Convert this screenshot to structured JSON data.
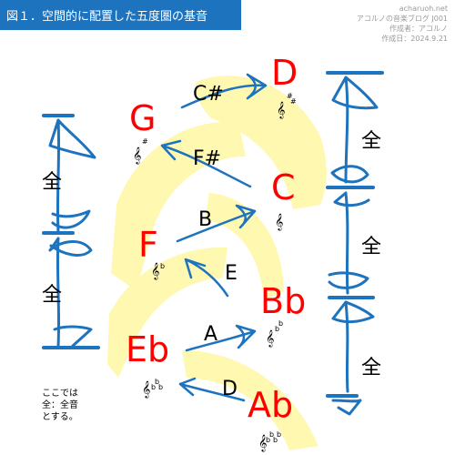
{
  "header": {
    "title": "図１．空間的に配置した五度圏の基音"
  },
  "meta": {
    "site": "acharuoh.net",
    "blog": "アコルノの音楽ブログ J001",
    "author": "作成者：アコルノ",
    "date": "作成日：2024.9.21"
  },
  "colors": {
    "accent": "#1e73be",
    "red": "#ff0000",
    "yellow": "#fff8b0"
  },
  "notes_red": {
    "D": "D",
    "G": "G",
    "C": "C",
    "F": "F",
    "Bb": "Bb",
    "Eb": "Eb",
    "Ab": "Ab"
  },
  "notes_black": {
    "Csharp": "C#",
    "Fsharp": "F#",
    "B": "B",
    "E": "E",
    "A": "A",
    "D": "D"
  },
  "whole_label": "全",
  "key_signatures": {
    "sharp": "#",
    "flat": "b"
  },
  "note_text": {
    "line1": "ここでは",
    "line2": "全：全音",
    "line3": "とする。"
  }
}
